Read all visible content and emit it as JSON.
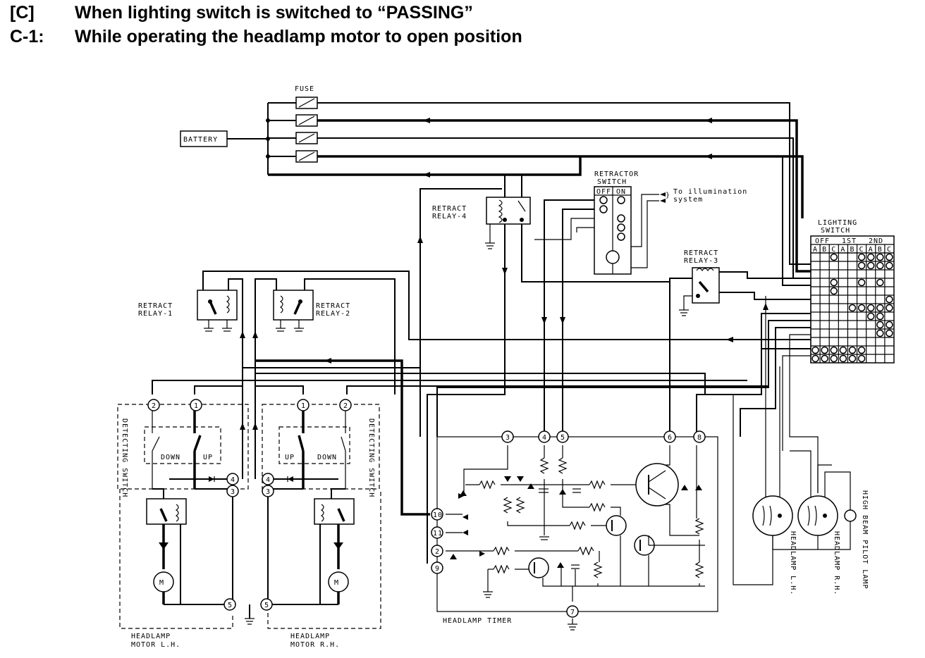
{
  "header": {
    "line1_tag": "[C]",
    "line1_text": "When lighting switch is switched to “PASSING”",
    "line2_tag": "C-1:",
    "line2_text": "While operating the headlamp motor to open position"
  },
  "labels": {
    "fuse": "FUSE",
    "battery": "BATTERY",
    "retractor_switch_1": "RETRACTOR",
    "retractor_switch_2": "SWITCH",
    "off": "OFF",
    "on": "ON",
    "illum_1": "To illumination",
    "illum_2": "system",
    "retract_relay4_1": "RETRACT",
    "retract_relay4_2": "RELAY-4",
    "retract_relay3_1": "RETRACT",
    "retract_relay3_2": "RELAY-3",
    "retract_relay1_1": "RETRACT",
    "retract_relay1_2": "RELAY-1",
    "retract_relay2_1": "RETRACT",
    "retract_relay2_2": "RELAY-2",
    "lighting_switch_1": "LIGHTING",
    "lighting_switch_2": "SWITCH",
    "ls_off": "OFF",
    "ls_1st": "1ST",
    "ls_2nd": "2ND",
    "ls_cols": [
      "A",
      "B",
      "C",
      "A",
      "B",
      "C",
      "A",
      "B",
      "C"
    ],
    "detecting_switch": "DETECTING SWITCH",
    "down": "DOWN",
    "up": "UP",
    "headlamp_timer": "HEADLAMP TIMER",
    "motor_lh_1": "HEADLAMP",
    "motor_lh_2": "MOTOR L.H.",
    "motor_rh_1": "HEADLAMP",
    "motor_rh_2": "MOTOR R.H.",
    "headlamp_lh": "HEADLAMP L.H.",
    "headlamp_rh": "HEADLAMP R.H.",
    "high_beam": "HIGH BEAM PILOT LAMP"
  },
  "terminals": {
    "t1": "1",
    "t2": "2",
    "t3": "3",
    "t4": "4",
    "t5": "5",
    "t6": "6",
    "t7": "7",
    "t8": "8",
    "t9": "9",
    "t10": "10",
    "t11": "11"
  }
}
